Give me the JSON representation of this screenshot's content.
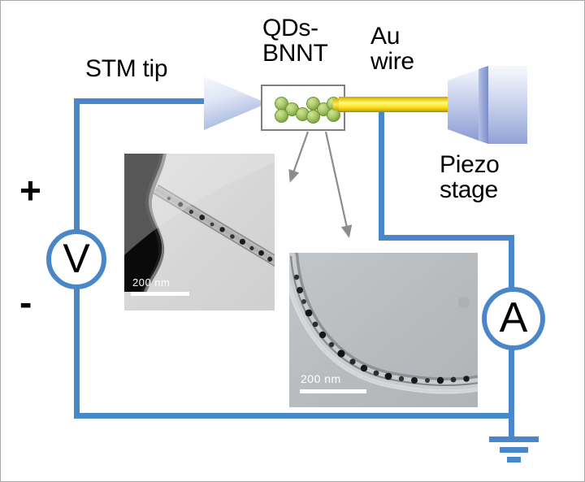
{
  "figure": {
    "title": "STM break-junction setup with QDs-BNNT bridging an STM tip and an Au wire on a piezo stage",
    "type": "schematic-diagram"
  },
  "labels": {
    "stm_tip": "STM tip",
    "qds_bnnt": "QDs-\nBNNT",
    "au_wire": "Au\nwire",
    "piezo_stage": "Piezo\nstage",
    "plus": "+",
    "minus": "-"
  },
  "components": {
    "voltage_source": {
      "symbol": "V",
      "name": "voltage-source",
      "polarity_top": "+",
      "polarity_bottom": "-"
    },
    "ammeter": {
      "symbol": "A",
      "name": "ammeter"
    },
    "ground": {
      "symbol": "earth-ground",
      "bars": 3
    },
    "stm_tip": {
      "shape": "right-pointing-triangle",
      "fill_start": "#eef1fa",
      "fill_end": "#9fb0db"
    },
    "au_wire": {
      "color": "#ffe92e",
      "highlight": "#fff880",
      "shadow": "#a88500"
    },
    "piezo_stage": {
      "shape": "cone-and-block",
      "fill_start": "#f0f2fa",
      "fill_end": "#8e9fd4"
    },
    "qds_bnnt_box": {
      "border_color": "#808080",
      "quantum_dot_color": "#8fb44a",
      "quantum_dot_count": 9,
      "nanotube_color": "#c3cfe9"
    }
  },
  "wire_color": "#4a87c8",
  "arrow_color": "#8c8c8c",
  "tem_images": [
    {
      "id": "tem-image-1",
      "caption_scale_value": "200",
      "caption_scale_unit": "nm",
      "description": "TEM micrograph: straight BNNT decorated with dark quantum dots, dark amorphous region at left",
      "background": "#d7d7d7"
    },
    {
      "id": "tem-image-2",
      "caption_scale_value": "200",
      "caption_scale_unit": "nm",
      "description": "TEM micrograph: curved BNNT decorated with dark quantum dots along its wall",
      "background": "#b9bdc0"
    }
  ],
  "annotations": {
    "arrow_1": "points from QDs-BNNT box to TEM image 1",
    "arrow_2": "points from QDs-BNNT box to TEM image 2"
  }
}
